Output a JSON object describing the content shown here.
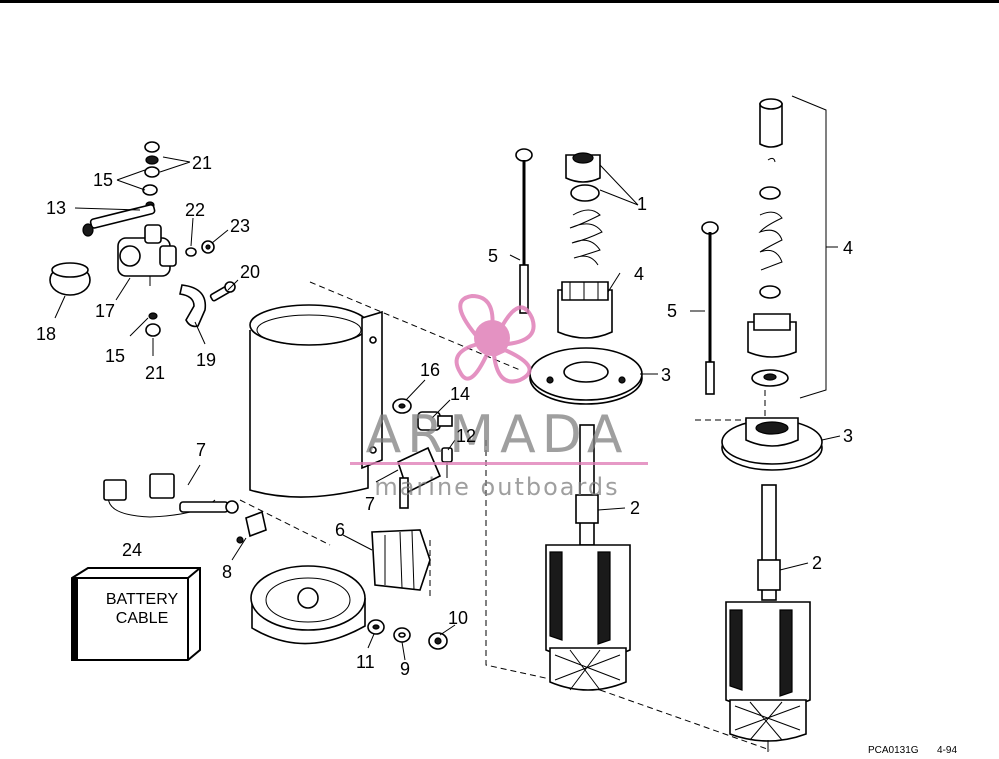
{
  "callouts": {
    "c1": "1",
    "c2a": "2",
    "c2b": "2",
    "c3a": "3",
    "c3b": "3",
    "c4a": "4",
    "c4b": "4",
    "c5a": "5",
    "c5b": "5",
    "c6": "6",
    "c7a": "7",
    "c7b": "7",
    "c8": "8",
    "c9": "9",
    "c10": "10",
    "c11": "11",
    "c12": "12",
    "c13": "13",
    "c14": "14",
    "c15a": "15",
    "c15b": "15",
    "c16": "16",
    "c17": "17",
    "c18": "18",
    "c19": "19",
    "c20": "20",
    "c21a": "21",
    "c21b": "21",
    "c22": "22",
    "c23": "23",
    "c24": "24"
  },
  "battery_box": {
    "line1": "BATTERY",
    "line2": "CABLE"
  },
  "footer": {
    "code": "PCA0131G",
    "date": "4-94"
  },
  "watermark": {
    "title": "ARMADA",
    "subtitle": "marine outboards",
    "accent": "#e07fb8"
  }
}
